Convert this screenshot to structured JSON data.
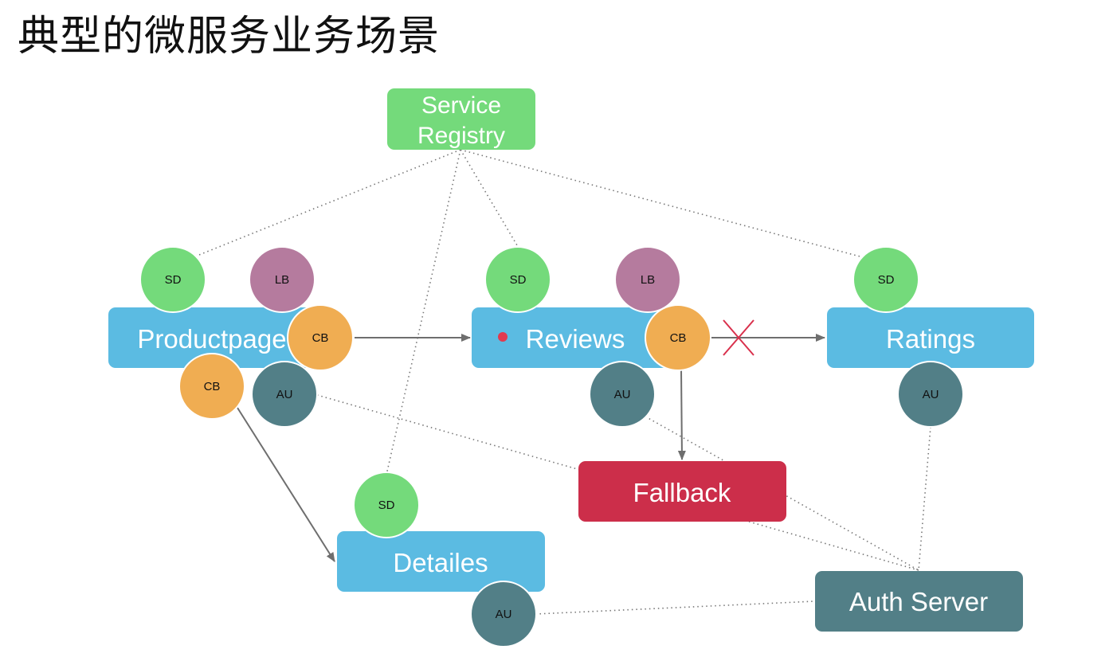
{
  "title": "典型的微服务业务场景",
  "colors": {
    "service_box": "#5bbbe2",
    "registry_box": "#74da7b",
    "fallback_box": "#cc2e4a",
    "auth_box": "#527f87",
    "sd_circle": "#74da7b",
    "lb_circle": "#b57b9e",
    "cb_circle": "#f0ad52",
    "au_circle": "#527f87",
    "arrow": "#6e6e6e",
    "dotted_line": "#777777",
    "cross": "#d9304c",
    "status_dot": "#e13a4f"
  },
  "nodes": {
    "service_registry": {
      "line1": "Service",
      "line2": "Registry"
    },
    "productpage": "Productpage",
    "reviews": "Reviews",
    "ratings": "Ratings",
    "detailes": "Detailes",
    "fallback": "Fallback",
    "auth_server": "Auth Server"
  },
  "badges": {
    "sd": "SD",
    "lb": "LB",
    "cb": "CB",
    "au": "AU"
  }
}
